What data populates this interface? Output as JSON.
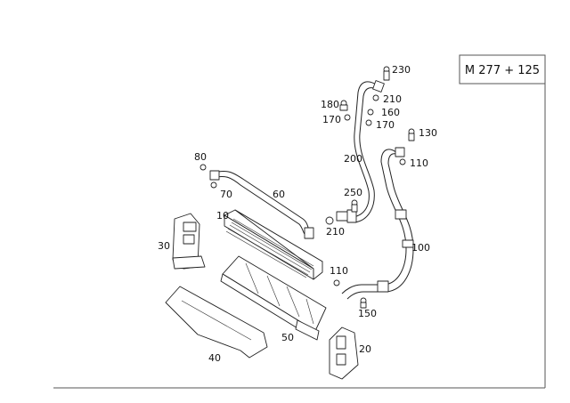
{
  "title_box": {
    "text": "M 277 + 125"
  },
  "callouts": [
    {
      "id": "c230a",
      "text": "230"
    },
    {
      "id": "c210a",
      "text": "210"
    },
    {
      "id": "c180",
      "text": "180"
    },
    {
      "id": "c160",
      "text": "160"
    },
    {
      "id": "c170a",
      "text": "170"
    },
    {
      "id": "c170b",
      "text": "170"
    },
    {
      "id": "c130",
      "text": "130"
    },
    {
      "id": "c200",
      "text": "200"
    },
    {
      "id": "c110a",
      "text": "110"
    },
    {
      "id": "c80",
      "text": "80"
    },
    {
      "id": "c70",
      "text": "70"
    },
    {
      "id": "c60",
      "text": "60"
    },
    {
      "id": "c250",
      "text": "250"
    },
    {
      "id": "c10",
      "text": "10"
    },
    {
      "id": "c210b",
      "text": "210"
    },
    {
      "id": "c100",
      "text": "100"
    },
    {
      "id": "c30",
      "text": "30"
    },
    {
      "id": "c110b",
      "text": "110"
    },
    {
      "id": "c150",
      "text": "150"
    },
    {
      "id": "c50",
      "text": "50"
    },
    {
      "id": "c20",
      "text": "20"
    },
    {
      "id": "c40",
      "text": "40"
    }
  ]
}
